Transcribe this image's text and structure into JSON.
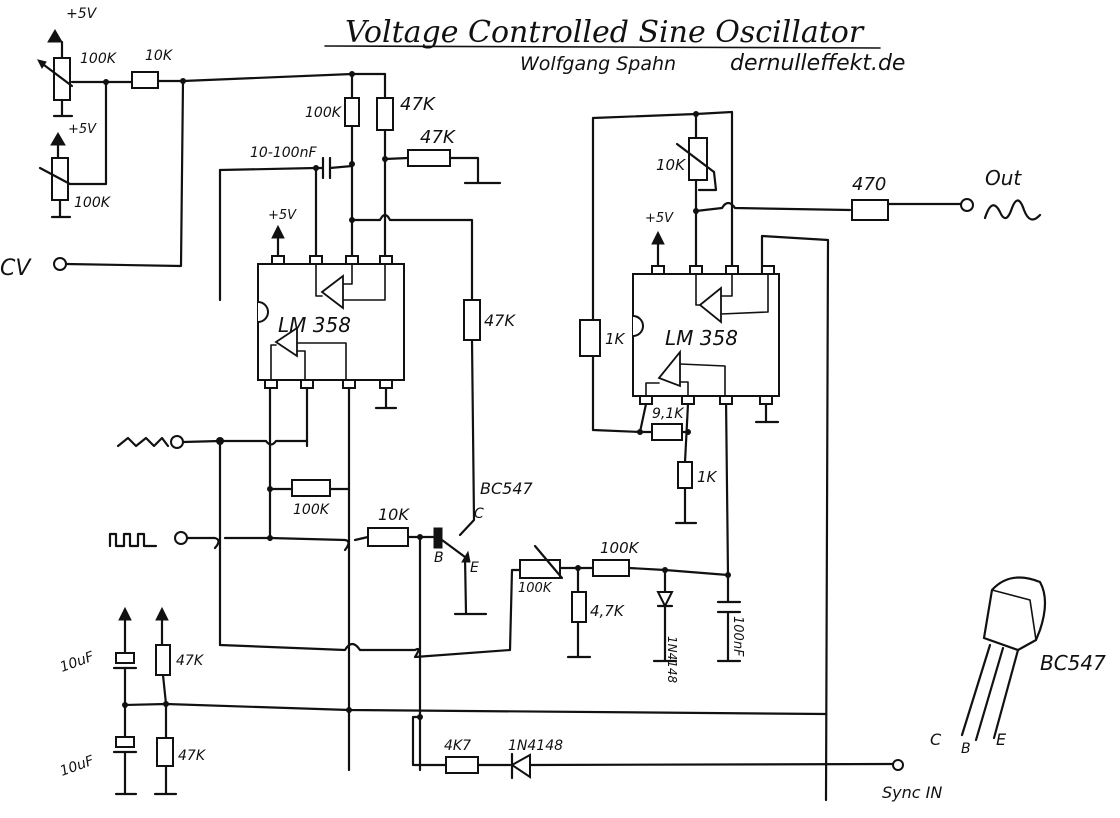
{
  "title": "Voltage Controlled Sine Oscillator",
  "author": "Wolfgang Spahn",
  "website": "dernulleffekt.de",
  "inputs": {
    "cv": "CV",
    "saw_symbol": "sawtooth-input",
    "square_symbol": "square-input",
    "sync": "Sync IN"
  },
  "output": {
    "label": "Out",
    "waveform": "sine"
  },
  "supply": {
    "plus5v_1": "+5V",
    "plus5v_2": "+5V",
    "plus5v_3": "+5V",
    "plus5v_4": "+5V"
  },
  "components": {
    "pot_cv1": "100K",
    "pot_cv2": "100K",
    "r_cv": "10K",
    "r_top1": "100K",
    "r_top2": "47K",
    "r_top3": "47K",
    "c_top": "10-100nF",
    "ic1": "LM 358",
    "r_mid": "47K",
    "r_fb": "100K",
    "r_base": "10K",
    "transistor": "BC547",
    "pin_b": "B",
    "pin_c": "C",
    "pin_e": "E",
    "pot_shape": "100K",
    "r_shape": "100K",
    "r_shape_gnd": "4,7K",
    "diode_shape": "1N4148",
    "c_shape": "100nF",
    "pot_gain": "10K",
    "r_out": "470",
    "ic2": "LM 358",
    "r_left2": "1K",
    "r_91k": "9,1K",
    "r_1k": "1K",
    "c_bias1": "10uF",
    "c_bias2": "10uF",
    "r_bias1": "47K",
    "r_bias2": "47K",
    "r_sync": "4K7",
    "diode_sync": "1N4148"
  },
  "pinout": {
    "part": "BC547",
    "pins": [
      "C",
      "B",
      "E"
    ]
  }
}
